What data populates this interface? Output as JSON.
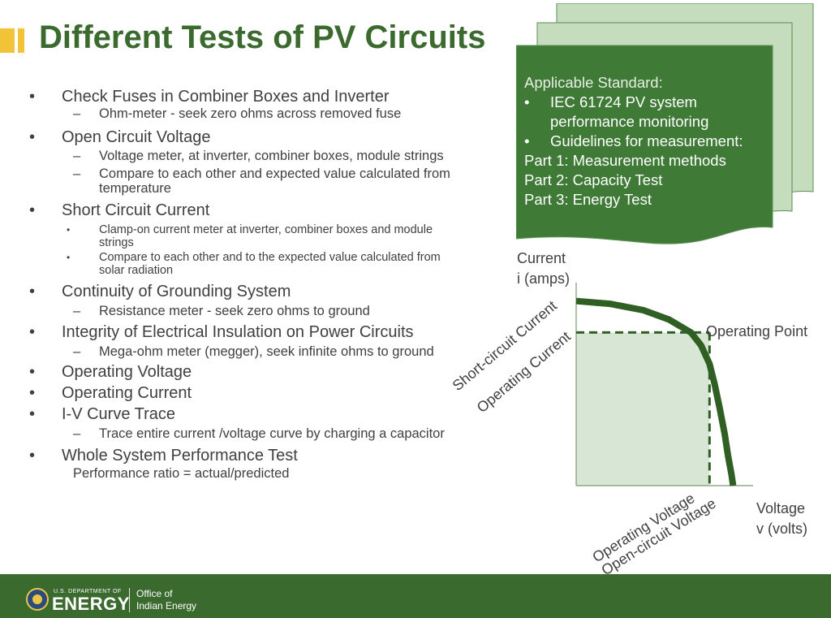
{
  "slide": {
    "title": "Different Tests of PV Circuits"
  },
  "bullets": [
    {
      "text": "Check Fuses in Combiner Boxes and Inverter",
      "subs": [
        "Ohm-meter - seek zero ohms across removed fuse"
      ]
    },
    {
      "text": "Open Circuit Voltage",
      "subs": [
        "Voltage meter, at inverter, combiner boxes, module strings",
        "Compare to each other and expected value calculated from temperature"
      ]
    },
    {
      "text": "Short Circuit Current",
      "small_subs": [
        "Clamp-on current meter at inverter, combiner boxes and module strings",
        "Compare to each other and to the expected value calculated from solar radiation"
      ]
    },
    {
      "text": "Continuity of Grounding System",
      "subs": [
        "Resistance meter -  seek zero ohms to ground"
      ]
    },
    {
      "text": "Integrity of Electrical Insulation on Power Circuits",
      "subs": [
        "Mega-ohm meter (megger), seek infinite ohms to ground"
      ]
    },
    {
      "text": "Operating Voltage"
    },
    {
      "text": "Operating Current"
    },
    {
      "text": "I-V Curve Trace",
      "subs": [
        "Trace entire current /voltage curve by charging a capacitor"
      ]
    },
    {
      "text": "Whole System Performance Test",
      "note": "Performance ratio = actual/predicted"
    }
  ],
  "callout": {
    "heading": "Applicable Standard:",
    "items": [
      "IEC 61724 PV system performance monitoring",
      "Guidelines for measurement:"
    ],
    "parts": [
      "Part 1: Measurement methods",
      "Part 2: Capacity Test",
      "Part 3: Energy Test"
    ],
    "colors": {
      "fill": "#3f7a37",
      "fill_light": "#c5dcbd",
      "stroke": "#5d8e55"
    }
  },
  "chart_data": {
    "type": "line",
    "title": "",
    "ylabel_lines": [
      "Current",
      "i (amps)"
    ],
    "xlabel_lines": [
      "Voltage",
      "v (volts)"
    ],
    "curve_labels": {
      "isc": "Short-circuit Current",
      "iop": "Operating Current",
      "vop": "Operating Voltage",
      "voc": "Open-circuit  Voltage",
      "op": "Operating Point"
    },
    "series": [
      {
        "x": [
          0,
          0.2,
          0.4,
          0.55,
          0.68,
          0.74,
          0.79,
          0.82,
          0.85,
          0.88,
          0.9,
          0.92,
          0.93
        ],
        "values": [
          1,
          0.985,
          0.95,
          0.9,
          0.83,
          0.76,
          0.66,
          0.55,
          0.42,
          0.28,
          0.16,
          0.06,
          0
        ]
      }
    ],
    "operating_point": {
      "x": 0.79,
      "y": 0.83
    },
    "xlim": [
      0,
      1
    ],
    "ylim": [
      0,
      1.1
    ],
    "grid": false,
    "colors": {
      "curve": "#2f5f23",
      "shade": "#d8e6d5",
      "axis": "#7a9a72"
    }
  },
  "footer": {
    "agency_small": "U.S. DEPARTMENT OF",
    "agency": "ENERGY",
    "office_line1": "Office of",
    "office_line2": "Indian Energy",
    "colors": {
      "bar": "#3a6a2e"
    }
  }
}
